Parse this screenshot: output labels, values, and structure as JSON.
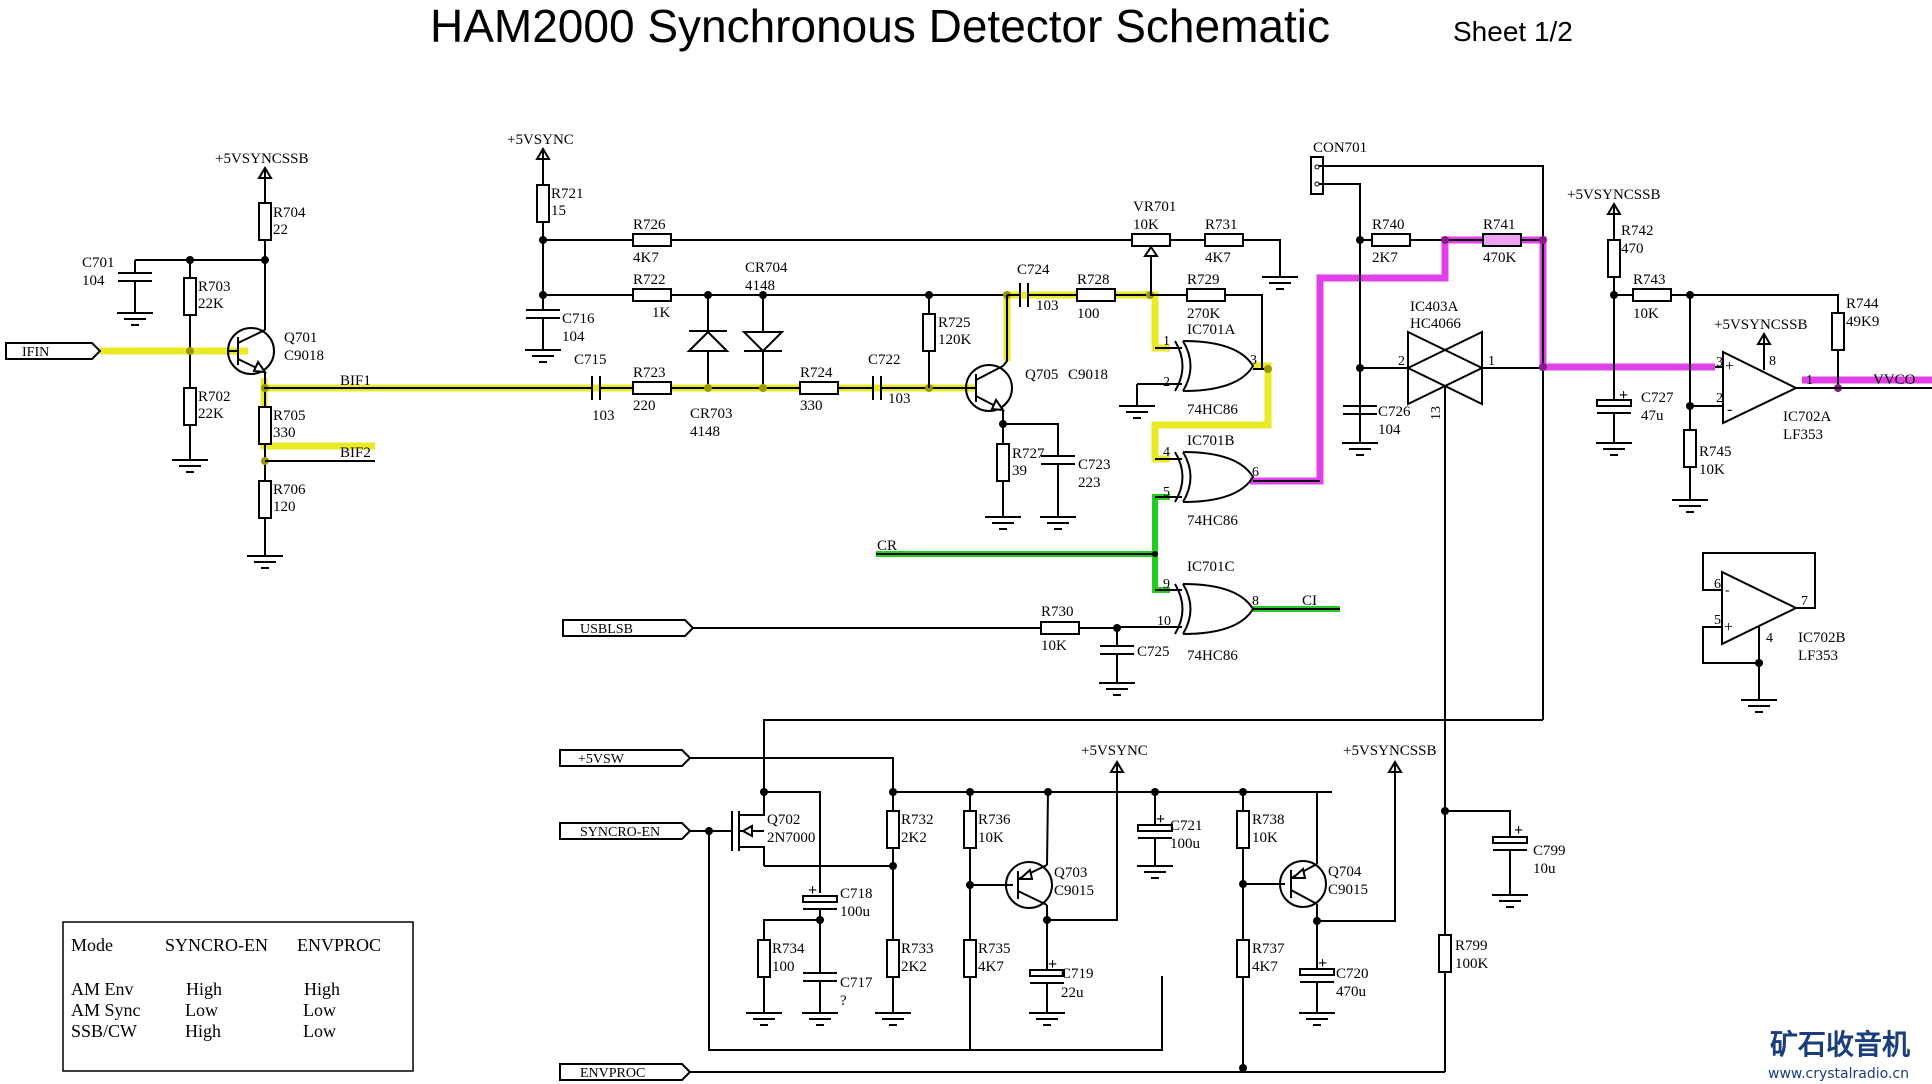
{
  "title": "HAM2000 Synchronous Detector Schematic",
  "sheet": "Sheet 1/2",
  "net_colors": {
    "highlight_yellow": "#e6e600",
    "highlight_magenta": "#e040e8",
    "highlight_green": "#22cc22"
  },
  "ports": {
    "ifin": "IFIN",
    "usblsb": "USBLSB",
    "v5sw": "+5VSW",
    "syncro_en": "SYNCRO-EN",
    "envproc": "ENVPROC"
  },
  "nets": {
    "bif1": "BIF1",
    "bif2": "BIF2",
    "cr": "CR",
    "ci": "CI",
    "vvco": "VVCO"
  },
  "power": {
    "p5vsyncssb_a": "+5VSYNCSSB",
    "p5vsync_a": "+5VSYNC",
    "p5vsyncssb_b": "+5VSYNCSSB",
    "p5vsyncssb_c": "+5VSYNCSSB",
    "p5vsync_b": "+5VSYNC",
    "p5vsyncssb_d": "+5VSYNCSSB"
  },
  "components": {
    "R704": {
      "ref": "R704",
      "val": "22"
    },
    "R703": {
      "ref": "R703",
      "val": "22K"
    },
    "R702": {
      "ref": "R702",
      "val": "22K"
    },
    "R705": {
      "ref": "R705",
      "val": "330"
    },
    "R706": {
      "ref": "R706",
      "val": "120"
    },
    "C701": {
      "ref": "C701",
      "val": "104"
    },
    "Q701": {
      "ref": "Q701",
      "val": "C9018"
    },
    "R721": {
      "ref": "R721",
      "val": "15"
    },
    "R726": {
      "ref": "R726",
      "val": "4K7"
    },
    "R722": {
      "ref": "R722",
      "val": "1K"
    },
    "C716": {
      "ref": "C716",
      "val": "104"
    },
    "C715": {
      "ref": "C715",
      "val": "103"
    },
    "R723": {
      "ref": "R723",
      "val": "220"
    },
    "CR703": {
      "ref": "CR703",
      "val": "4148"
    },
    "CR704": {
      "ref": "CR704",
      "val": "4148"
    },
    "R724": {
      "ref": "R724",
      "val": "330"
    },
    "C722": {
      "ref": "C722",
      "val": "103"
    },
    "R725": {
      "ref": "R725",
      "val": "120K"
    },
    "Q705": {
      "ref": "Q705",
      "val": "C9018"
    },
    "R727": {
      "ref": "R727",
      "val": "39"
    },
    "C723": {
      "ref": "C723",
      "val": "223"
    },
    "C724": {
      "ref": "C724",
      "val": "103"
    },
    "R728": {
      "ref": "R728",
      "val": "100"
    },
    "VR701": {
      "ref": "VR701",
      "val": "10K"
    },
    "R731": {
      "ref": "R731",
      "val": "4K7"
    },
    "R729": {
      "ref": "R729",
      "val": "270K"
    },
    "IC701A": {
      "ref": "IC701A",
      "val": "74HC86"
    },
    "IC701B": {
      "ref": "IC701B",
      "val": "74HC86"
    },
    "IC701C": {
      "ref": "IC701C",
      "val": "74HC86"
    },
    "R730": {
      "ref": "R730",
      "val": "10K"
    },
    "C725": {
      "ref": "C725",
      "val": ""
    },
    "CON701": {
      "ref": "CON701",
      "val": ""
    },
    "R740": {
      "ref": "R740",
      "val": "2K7"
    },
    "R741": {
      "ref": "R741",
      "val": "470K"
    },
    "IC403A": {
      "ref": "IC403A",
      "val": "HC4066"
    },
    "C726": {
      "ref": "C726",
      "val": "104"
    },
    "R742": {
      "ref": "R742",
      "val": "470"
    },
    "R743": {
      "ref": "R743",
      "val": "10K"
    },
    "R744": {
      "ref": "R744",
      "val": "49K9"
    },
    "C727": {
      "ref": "C727",
      "val": "47u"
    },
    "R745": {
      "ref": "R745",
      "val": "10K"
    },
    "IC702A": {
      "ref": "IC702A",
      "val": "LF353"
    },
    "IC702B": {
      "ref": "IC702B",
      "val": "LF353"
    },
    "Q702": {
      "ref": "Q702",
      "val": "2N7000"
    },
    "C718": {
      "ref": "C718",
      "val": "100u"
    },
    "R734": {
      "ref": "R734",
      "val": "100"
    },
    "C717": {
      "ref": "C717",
      "val": "?"
    },
    "R732": {
      "ref": "R732",
      "val": "2K2"
    },
    "R733": {
      "ref": "R733",
      "val": "2K2"
    },
    "R736": {
      "ref": "R736",
      "val": "10K"
    },
    "R735": {
      "ref": "R735",
      "val": "4K7"
    },
    "Q703": {
      "ref": "Q703",
      "val": "C9015"
    },
    "C719": {
      "ref": "C719",
      "val": "22u"
    },
    "C721": {
      "ref": "C721",
      "val": "100u"
    },
    "R738": {
      "ref": "R738",
      "val": "10K"
    },
    "R737": {
      "ref": "R737",
      "val": "4K7"
    },
    "Q704": {
      "ref": "Q704",
      "val": "C9015"
    },
    "C720": {
      "ref": "C720",
      "val": "470u"
    },
    "C799": {
      "ref": "C799",
      "val": "10u"
    },
    "R799": {
      "ref": "R799",
      "val": "100K"
    }
  },
  "pins": {
    "ic701a": [
      "1",
      "2",
      "3"
    ],
    "ic701b": [
      "4",
      "5",
      "6"
    ],
    "ic701c": [
      "9",
      "10",
      "8"
    ],
    "ic403a": [
      "2",
      "1",
      "13"
    ],
    "ic702a": [
      "3",
      "2",
      "1",
      "8"
    ],
    "ic702b": [
      "6",
      "5",
      "7",
      "4"
    ]
  },
  "mode_table": {
    "headers": [
      "Mode",
      "SYNCRO-EN",
      "ENVPROC"
    ],
    "rows": [
      [
        "AM Env",
        "High",
        "High"
      ],
      [
        "AM Sync",
        "Low",
        "Low"
      ],
      [
        "SSB/CW",
        "High",
        "Low"
      ]
    ]
  },
  "watermark": {
    "cn": "矿石收音机",
    "url": "www.crystalradio.cn"
  }
}
